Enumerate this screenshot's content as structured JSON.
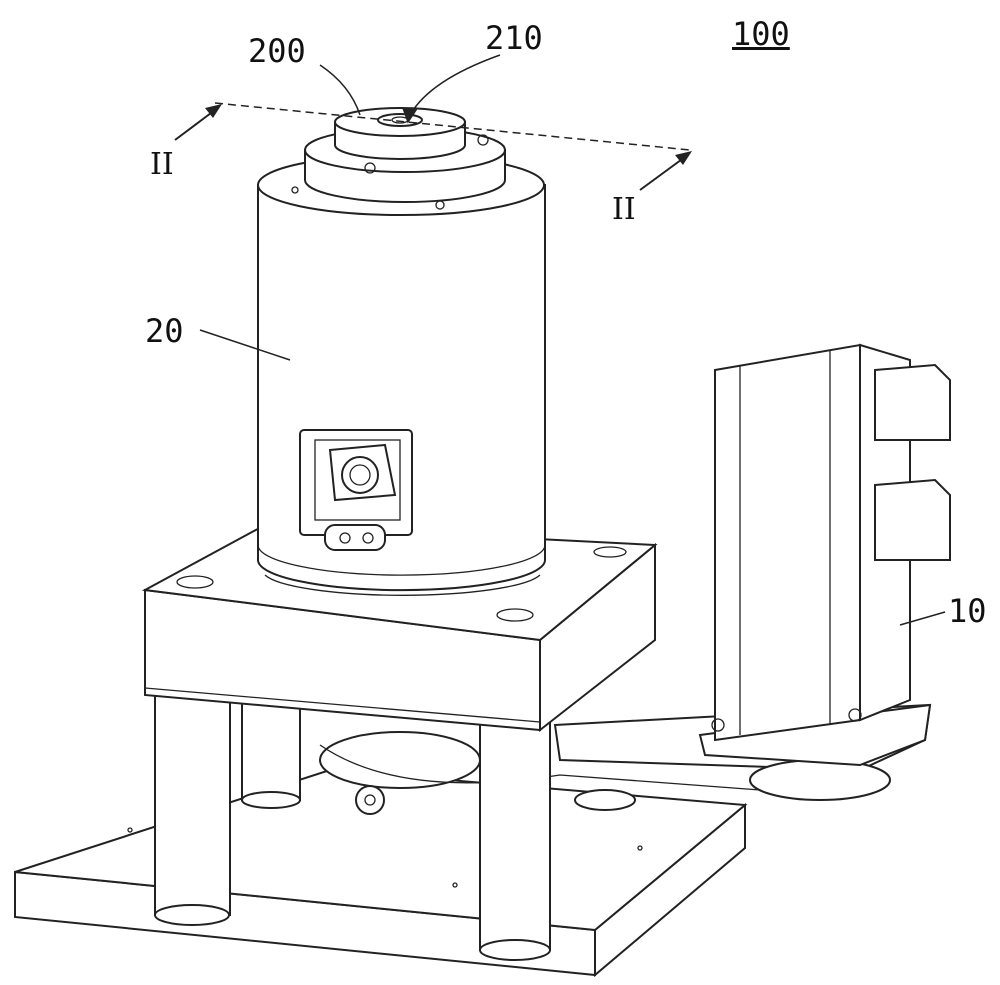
{
  "figure": {
    "assembly_label": "100",
    "labels": {
      "cap": "200",
      "bore": "210",
      "section_left": "II",
      "section_right": "II",
      "housing": "20",
      "motor": "10"
    }
  }
}
